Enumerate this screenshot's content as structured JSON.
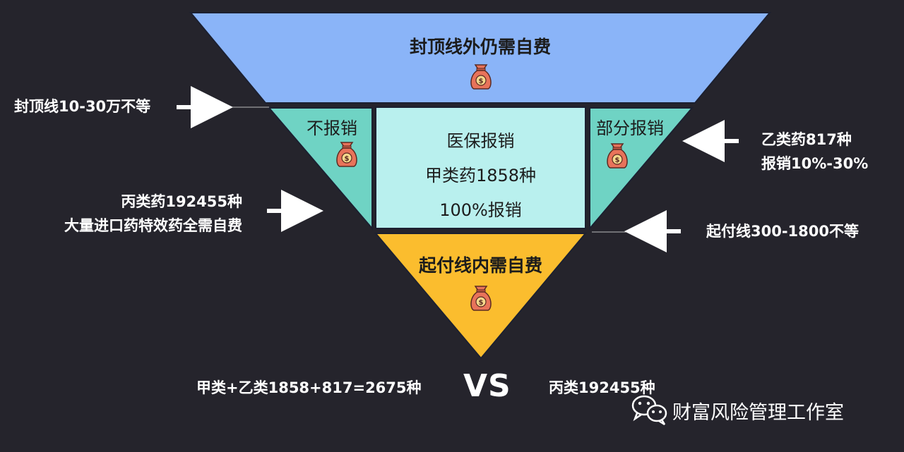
{
  "funnel": {
    "top": {
      "title": "封顶线外仍需自费",
      "color": "#8ab4f8",
      "icon": "money-bag-icon"
    },
    "left": {
      "title": "不报销",
      "color": "#6fd3c4",
      "icon": "money-bag-icon"
    },
    "center": {
      "lines": [
        "医保报销",
        "甲类药1858种",
        "100%报销"
      ],
      "color": "#b9f0ee"
    },
    "right": {
      "title": "部分报销",
      "color": "#6fd3c4",
      "icon": "money-bag-icon"
    },
    "bottom": {
      "title": "起付线内需自费",
      "color": "#fbbd2e",
      "icon": "money-bag-icon"
    }
  },
  "annotations": {
    "cap_line": "封顶线10-30万不等",
    "class_c_line1": "丙类药192455种",
    "class_c_line2": "大量进口药特效药全需自费",
    "class_b_line1": "乙类药817种",
    "class_b_line2": "报销10%-30%",
    "deductible_line": "起付线300-1800不等"
  },
  "comparison": {
    "left": "甲类+乙类1858+817=2675种",
    "vs": "VS",
    "right": "丙类192455种"
  },
  "brand": {
    "name": "财富风险管理工作室",
    "icon": "wechat-icon"
  },
  "colors": {
    "background": "#25242c",
    "arrow": "#ffffff",
    "bag": "#e8735a"
  }
}
